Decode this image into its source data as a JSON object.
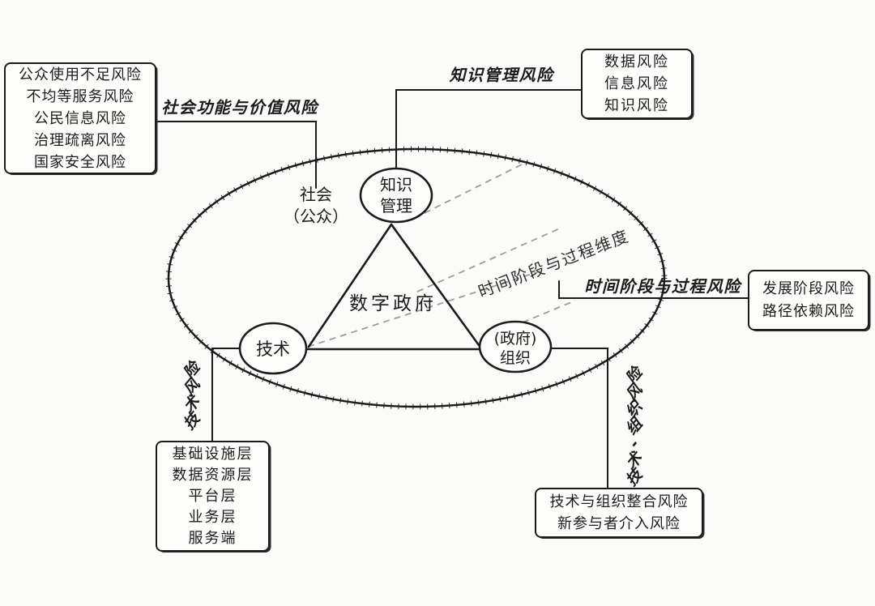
{
  "colors": {
    "ink": "#1b1b1b",
    "dashed_line": "#9c9c9c",
    "background": "#fbfbf9",
    "box_fill": "#fdfdfc"
  },
  "ellipse_region": {
    "society_line1": "社会",
    "society_line2": "（公众）",
    "center_label": "数字政府",
    "dimension_axis_label": "时间阶段与过程维度"
  },
  "nodes": {
    "knowledge": {
      "line1": "知识",
      "line2": "管理"
    },
    "technology": {
      "label": "技术"
    },
    "organization": {
      "line1": "(政府)",
      "line2": "组织"
    }
  },
  "risk_labels": {
    "social_function": "社会功能与价值风险",
    "knowledge_mgmt": "知识管理风险",
    "time_process": "时间阶段与过程风险",
    "technology": "技术风险",
    "tech_org": "技术-组织风险"
  },
  "boxes": {
    "social_risks": {
      "lines": [
        "公众使用不足风险",
        "不均等服务风险",
        "公民信息风险",
        "治理疏离风险",
        "国家安全风险"
      ]
    },
    "knowledge_risks": {
      "lines": [
        "数据风险",
        "信息风险",
        "知识风险"
      ]
    },
    "time_risks": {
      "lines": [
        "发展阶段风险",
        "路径依赖风险"
      ]
    },
    "technology_layers": {
      "lines": [
        "基础设施层",
        "数据资源层",
        "平台层",
        "业务层",
        "服务端"
      ]
    },
    "tech_org_risks": {
      "lines": [
        "技术与组织整合风险",
        "新参与者介入风险"
      ]
    }
  }
}
